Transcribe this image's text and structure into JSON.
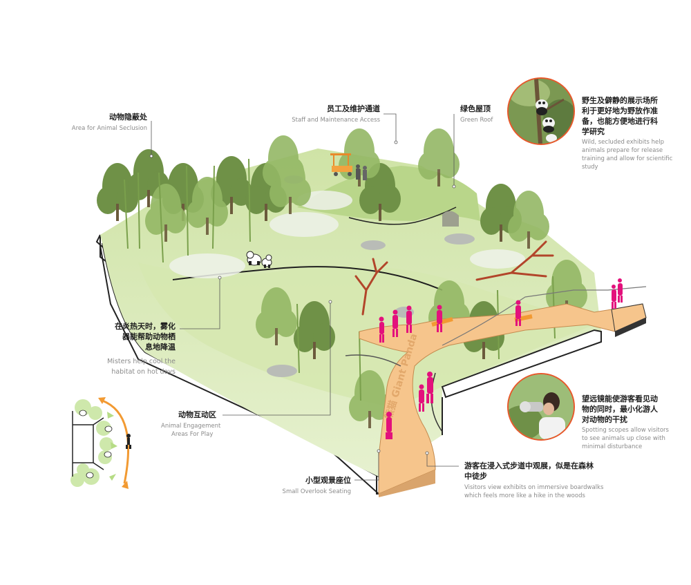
{
  "labels": {
    "seclusion": {
      "zh": "动物隐蔽处",
      "en": "Area for Animal Seclusion"
    },
    "staff": {
      "zh": "员工及维护通道",
      "en": "Staff and Maintenance Access"
    },
    "roof": {
      "zh": "绿色屋顶",
      "en": "Green Roof"
    },
    "misters": {
      "zh1": "在炎热天时，雾化",
      "zh2": "器能帮助动物栖",
      "zh3": "息地降温",
      "en1": "Misters help cool the",
      "en2": "habitat on hot days"
    },
    "engagement": {
      "zh": "动物互动区",
      "en1": "Animal Engagement",
      "en2": "Areas For Play"
    },
    "seating": {
      "zh": "小型观景座位",
      "en": "Small Overlook Seating"
    },
    "boardwalk": {
      "zh1": "游客在浸入式步道中观展，似是在森林",
      "zh2": "中徒步",
      "en1": "Visitors view exhibits on immersive boardwalks",
      "en2": "which feels more like a hike in the woods"
    },
    "wild": {
      "zh1": "野生及僻静的展示场所",
      "zh2": "利于更好地为野放作准",
      "zh3": "备，也能方便地进行科",
      "zh4": "学研究",
      "en1": "Wild, secluded exhibits help",
      "en2": "animals prepare for release",
      "en3": "training and allow for scientific",
      "en4": "study"
    },
    "scopes": {
      "zh1": "望远镜能使游客看见动",
      "zh2": "物的同时，最小化游人",
      "zh3": "对动物的干扰",
      "en1": "Spotting scopes allow visitors",
      "en2": "to see animals up close with",
      "en3": "minimal disturbance"
    },
    "path_text": "熊猫 Giant Panda"
  },
  "colors": {
    "ground": "#c9df9c",
    "ground_light": "#dcebb8",
    "tree_dark": "#6f8f46",
    "tree_mid": "#8fb05a",
    "boardwalk": "#f6c58c",
    "visitor": "#e3117c",
    "accent": "#f29a32",
    "leader": "#555555"
  },
  "icons": [
    "panda-icon",
    "cart-icon",
    "person-icon",
    "spotting-scope-icon"
  ]
}
